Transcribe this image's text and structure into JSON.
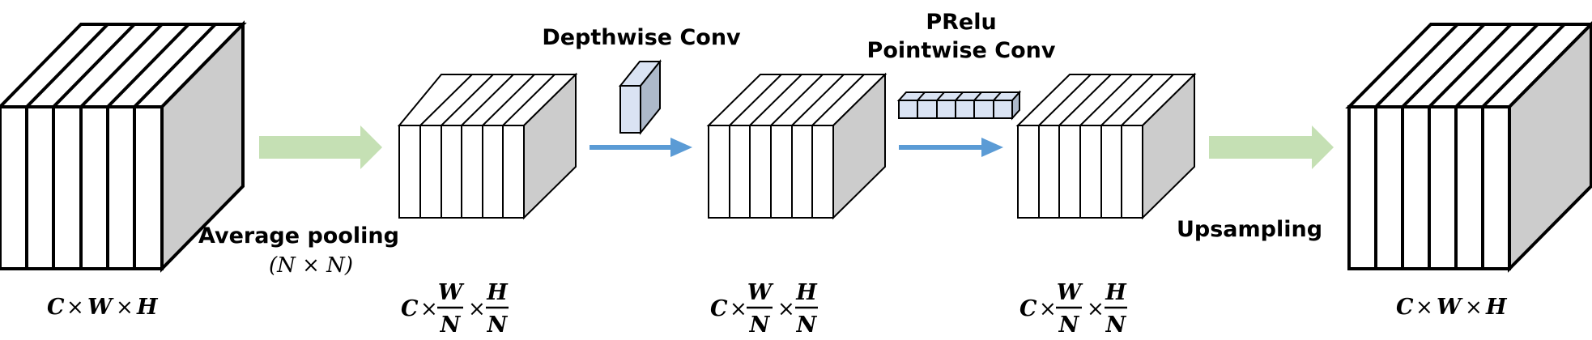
{
  "labels": {
    "average_pooling": "Average pooling",
    "pool_size": "(N  × N)",
    "depthwise": "Depthwise Conv",
    "prelu": "PRelu",
    "pointwise": "Pointwise Conv",
    "upsampling": "Upsampling"
  },
  "dims": {
    "input": {
      "c": "C",
      "w": "W",
      "h": "H",
      "op": "×"
    },
    "pooled": {
      "c": "C",
      "op": "×",
      "w_num": "W",
      "w_den": "N",
      "h_num": "H",
      "h_den": "N"
    },
    "output": {
      "c": "C",
      "w": "W",
      "h": "H",
      "op": "×"
    }
  },
  "colors": {
    "stroke": "#000000",
    "side_face": "#cccccc",
    "green_arrow": "#c5e0b4",
    "blue_arrow": "#5b9bd5",
    "kernel_front": "#dae3f3",
    "kernel_side": "#adb9ca"
  }
}
